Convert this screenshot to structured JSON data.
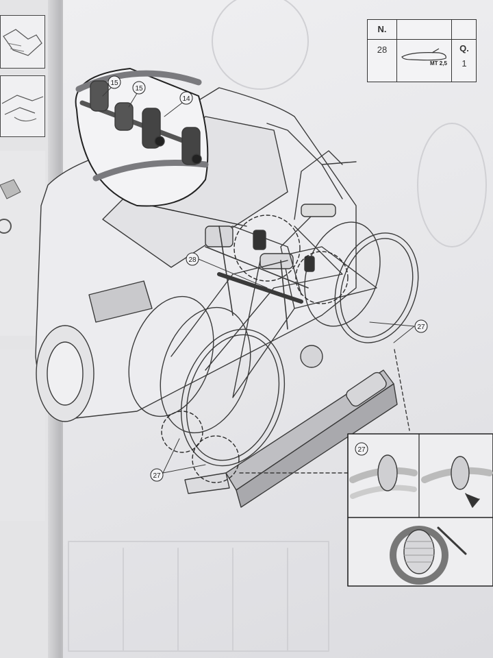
{
  "parts_table": {
    "col_number_header": "N.",
    "col_qty_header": "Q.",
    "rows": [
      {
        "number": "28",
        "spec": "MT 2,5",
        "qty": "1"
      }
    ]
  },
  "callouts": {
    "detail_15a": "15",
    "detail_15b": "15",
    "detail_14": "14",
    "strap_28": "28",
    "strap_27_right": "27",
    "strap_27_left": "27",
    "detail_27": "27"
  },
  "icons": [
    "bike-carrier-diagram",
    "car-rear-outline",
    "strap-detail",
    "frame-clamp-detail",
    "arrow-down-icon"
  ],
  "colors": {
    "paper": "#ececef",
    "line_art": "#3a3a3a",
    "shadow": "#cfcfd2"
  }
}
